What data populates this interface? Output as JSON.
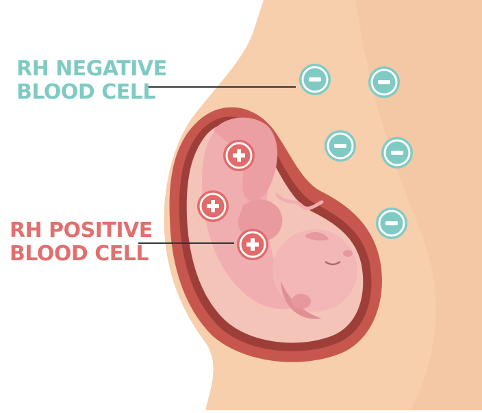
{
  "labels": {
    "rh_negative": {
      "line1": "RH NEGATIVE",
      "line2": "BLOOD CELL"
    },
    "rh_positive": {
      "line1": "RH POSITIVE",
      "line2": "BLOOD CELL"
    }
  },
  "cell_symbols": {
    "negative": "−",
    "positive": "+"
  },
  "colors": {
    "negative_text": "#7fcbc4",
    "negative_cell": "#7fcbc4",
    "positive_text": "#e0706f",
    "positive_cell": "#e36a6a",
    "skin": "#f7cfad",
    "skin_shadow": "#eebc96",
    "uterus_wall": "#c7574e",
    "uterus_dark": "#9e3e38",
    "amniotic": "#f5c4b8",
    "fetus": "#f1aeb0",
    "fetus_shadow": "#df9094",
    "pointer_line": "#333333"
  }
}
